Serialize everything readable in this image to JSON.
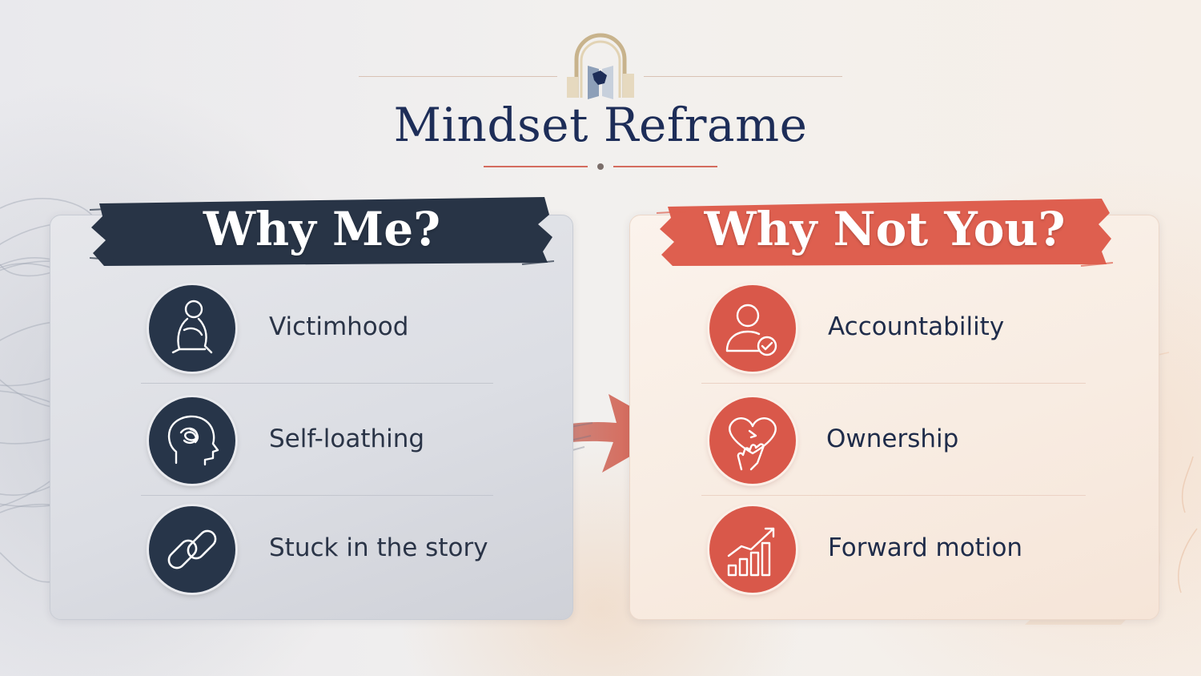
{
  "slide": {
    "title": "Mindset Reframe"
  },
  "left_panel": {
    "heading": "Why Me?",
    "items": [
      {
        "label": "Victimhood",
        "icon": "sitting-person-icon"
      },
      {
        "label": "Self-loathing",
        "icon": "tangled-mind-icon"
      },
      {
        "label": "Stuck in the story",
        "icon": "chain-link-icon"
      }
    ]
  },
  "right_panel": {
    "heading": "Why Not You?",
    "items": [
      {
        "label": "Accountability",
        "icon": "person-check-icon"
      },
      {
        "label": "Ownership",
        "icon": "heart-hand-icon"
      },
      {
        "label": "Forward motion",
        "icon": "growth-chart-icon"
      }
    ]
  },
  "colors": {
    "navy": "#273549",
    "title_navy": "#1d2d58",
    "coral": "#d9584a",
    "background": "#f3f0ec"
  }
}
